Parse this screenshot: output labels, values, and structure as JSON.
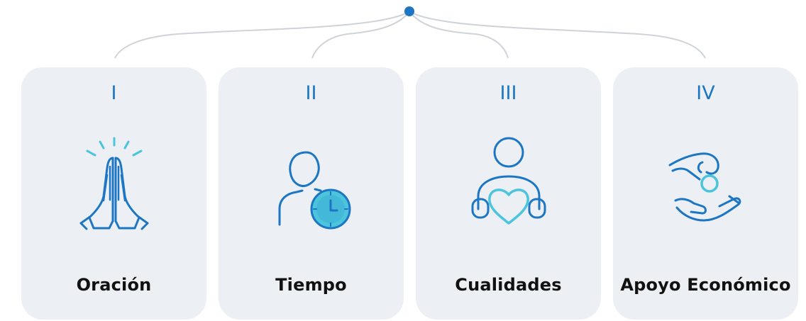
{
  "colors": {
    "card_bg": "#eceff3",
    "accent_dark": "#1d76c3",
    "accent_light": "#4cc4dc",
    "connector": "#cfd3d8"
  },
  "cards": [
    {
      "numeral": "I",
      "label": "Oración",
      "icon": "praying-hands-icon"
    },
    {
      "numeral": "II",
      "label": "Tiempo",
      "icon": "person-clock-icon"
    },
    {
      "numeral": "III",
      "label": "Cualidades",
      "icon": "person-heart-icon"
    },
    {
      "numeral": "IV",
      "label": "Apoyo Económico",
      "icon": "hand-coin-icon"
    }
  ]
}
